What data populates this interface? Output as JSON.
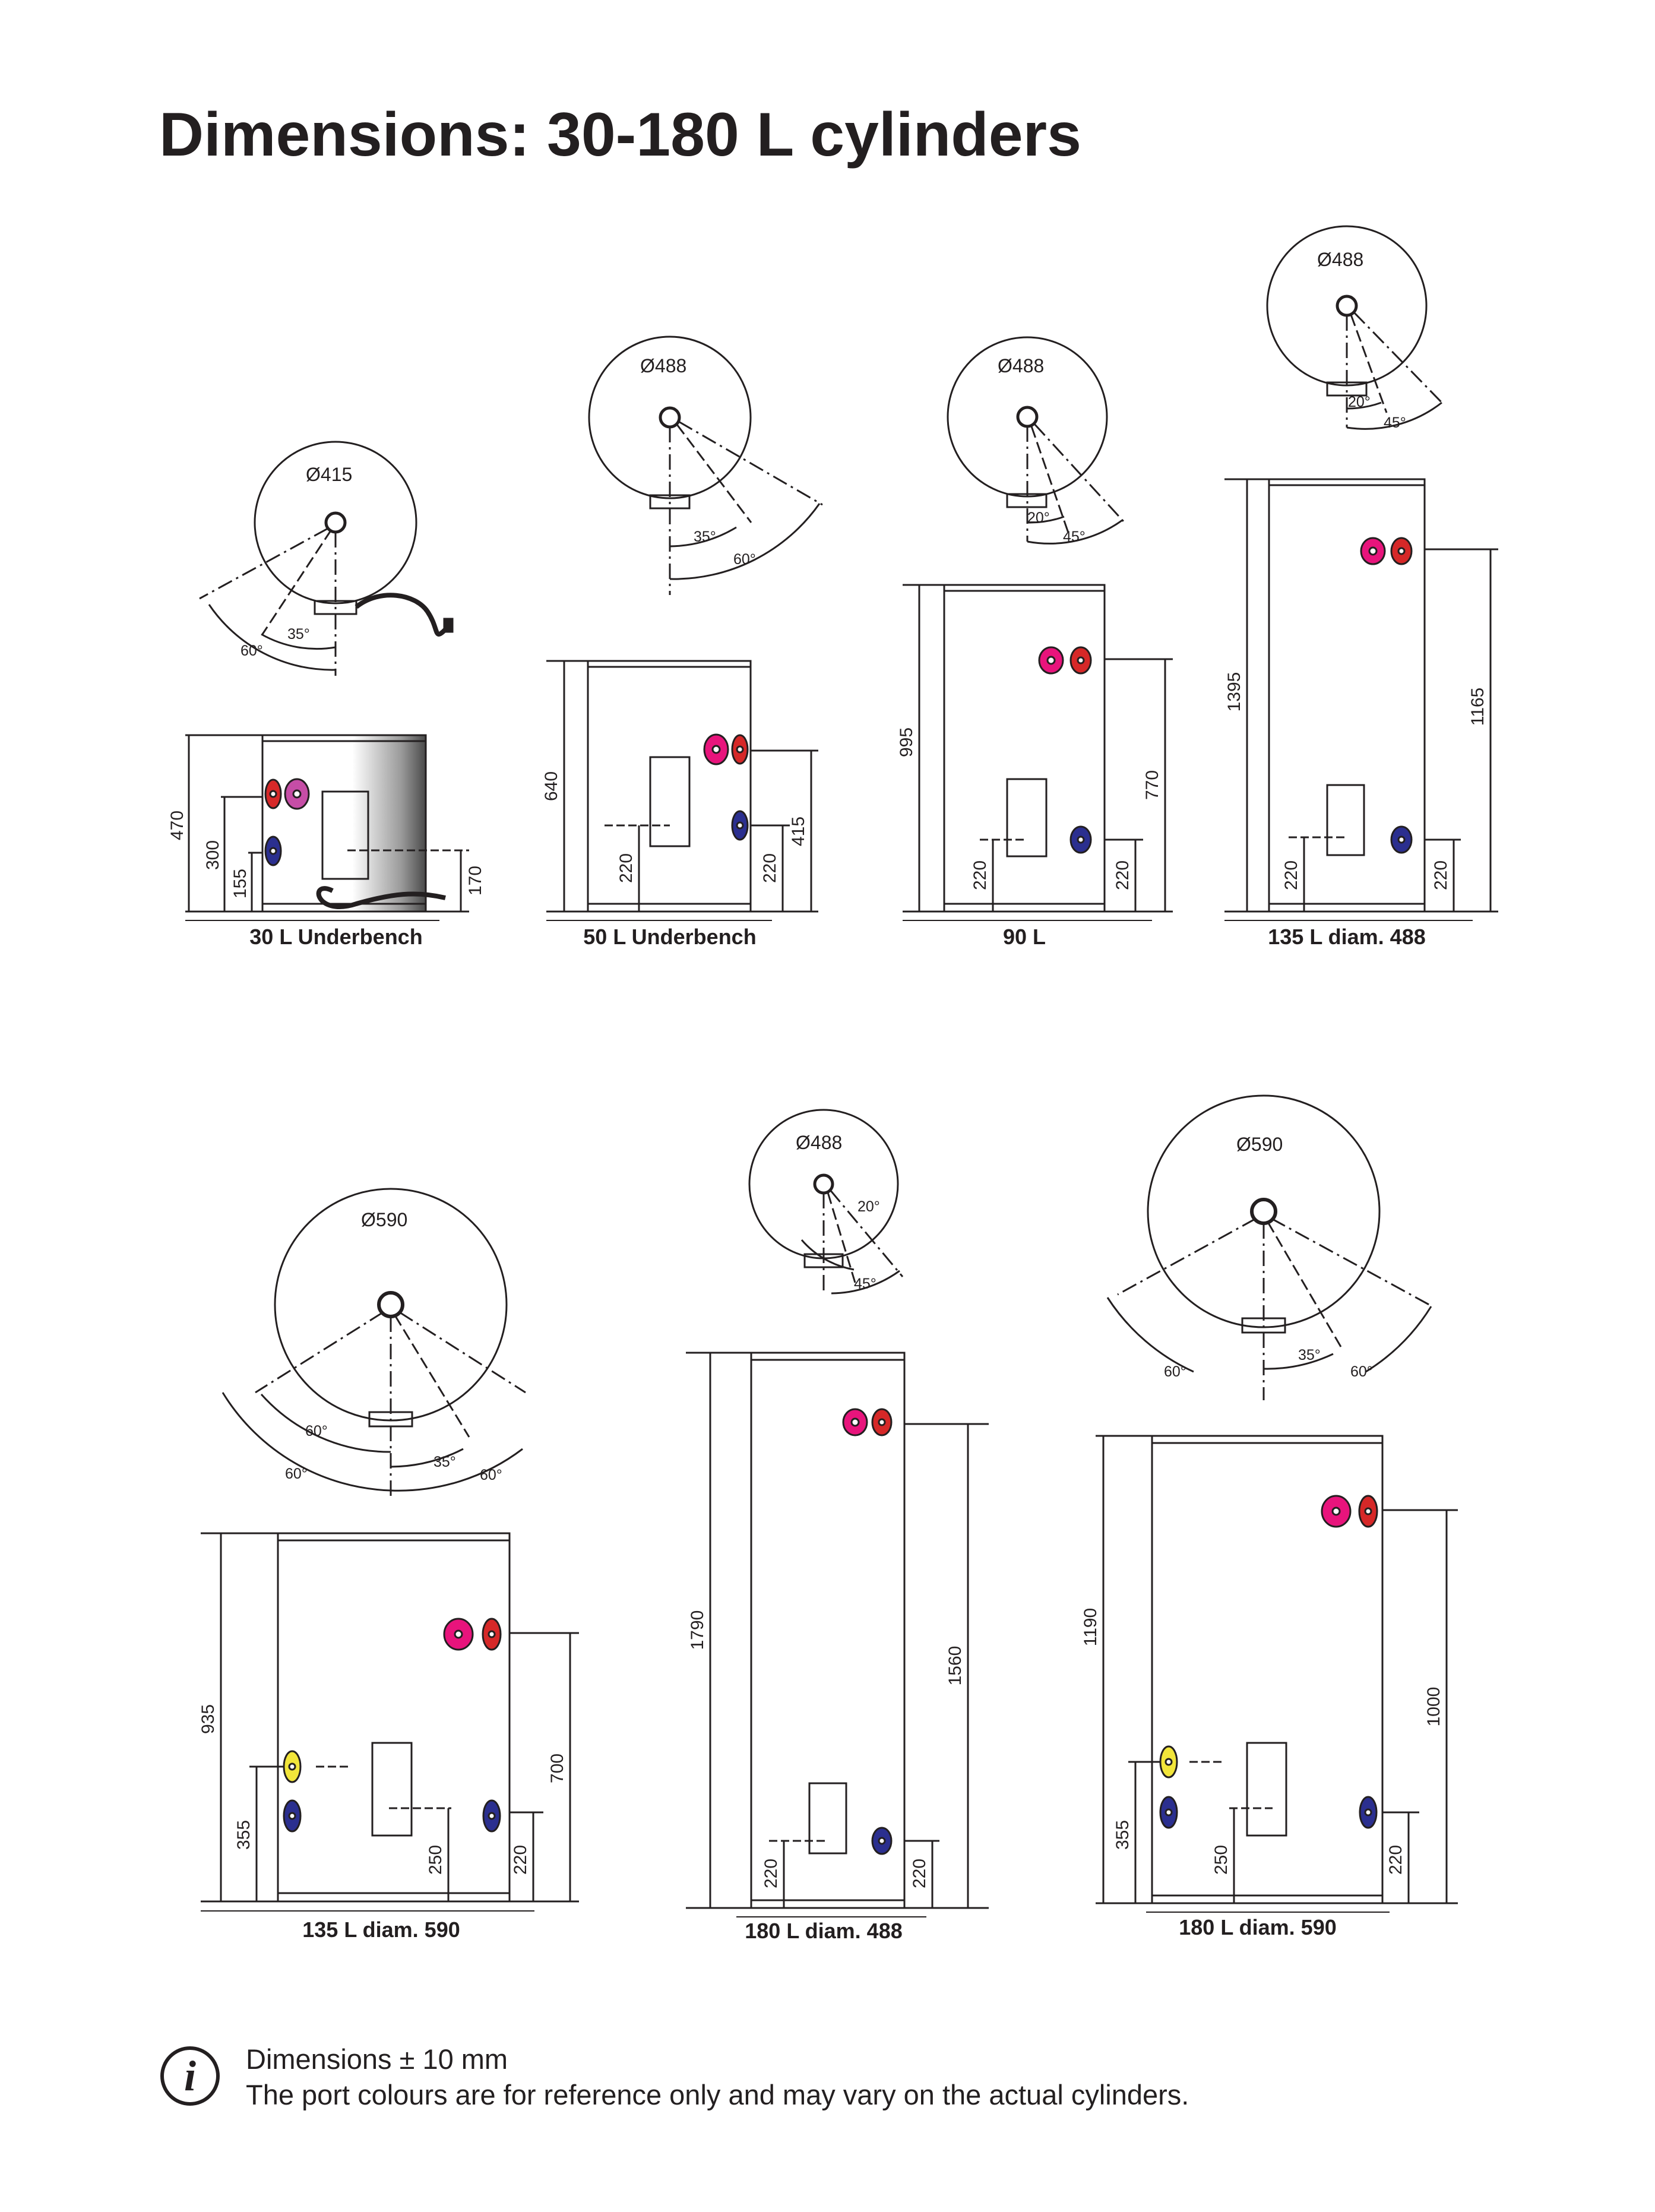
{
  "title": "Dimensions: 30-180 L cylinders",
  "colors": {
    "hot": "#e8147c",
    "red": "#d62828",
    "cold": "#2b2f8f",
    "yellow": "#f2e53a",
    "line": "#231f20"
  },
  "units": [
    {
      "id": "u30",
      "label": "30 L Underbench",
      "diameter": "Ø415",
      "heights": [
        "470",
        "300",
        "155",
        "170"
      ],
      "angles": [
        "35°",
        "60°"
      ]
    },
    {
      "id": "u50",
      "label": "50 L Underbench",
      "diameter": "Ø488",
      "heights": [
        "640",
        "220",
        "220",
        "415"
      ],
      "angles": [
        "35°",
        "60°"
      ]
    },
    {
      "id": "u90",
      "label": "90 L",
      "diameter": "Ø488",
      "heights": [
        "995",
        "220",
        "220",
        "770"
      ],
      "angles": [
        "20°",
        "45°"
      ]
    },
    {
      "id": "u135a",
      "label": "135 L diam. 488",
      "diameter": "Ø488",
      "heights": [
        "1395",
        "220",
        "220",
        "1165"
      ],
      "angles": [
        "20°",
        "45°"
      ]
    },
    {
      "id": "u135b",
      "label": "135 L diam. 590",
      "diameter": "Ø590",
      "heights": [
        "935",
        "355",
        "250",
        "220",
        "700"
      ],
      "angles": [
        "60°",
        "60°",
        "35°",
        "60°"
      ]
    },
    {
      "id": "u180a",
      "label": "180 L diam. 488",
      "diameter": "Ø488",
      "heights": [
        "1790",
        "220",
        "220",
        "1560"
      ],
      "angles": [
        "20°",
        "45°"
      ]
    },
    {
      "id": "u180b",
      "label": "180 L diam. 590",
      "diameter": "Ø590",
      "heights": [
        "1190",
        "355",
        "250",
        "220",
        "1000"
      ],
      "angles": [
        "60°",
        "35°",
        "60°"
      ]
    }
  ],
  "footnote": {
    "icon": "info-icon",
    "icon_glyph": "i",
    "line1": "Dimensions ± 10 mm",
    "line2": "The port colours are for reference only and may vary on the actual cylinders."
  }
}
